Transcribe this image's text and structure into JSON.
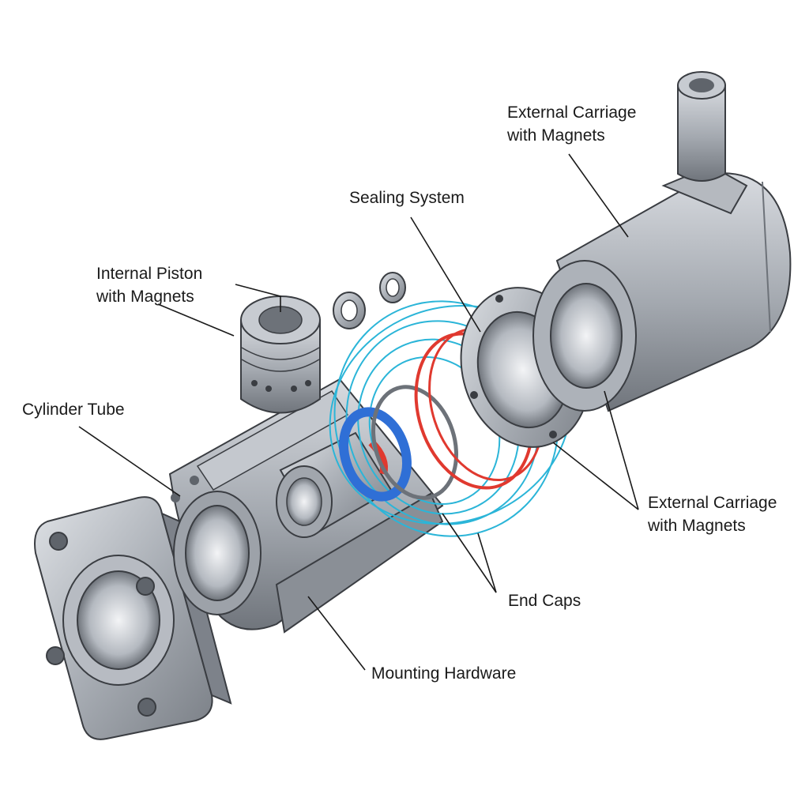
{
  "labels": {
    "external_carriage_top": {
      "line1": "External Carriage",
      "line2": "with Magnets"
    },
    "sealing_system": "Sealing System",
    "internal_piston": {
      "line1": "Internal Piston",
      "line2": "with Magnets"
    },
    "cylinder_tube": "Cylinder Tube",
    "external_carriage_right": {
      "line1": "External Carriage",
      "line2": "with Magnets"
    },
    "end_caps": "End Caps",
    "mounting_hardware": "Mounting Hardware"
  },
  "colors": {
    "metal_light": "#c9ccd2",
    "metal_mid": "#9ea3ab",
    "metal_dark": "#6d7279",
    "outline": "#3a3d42",
    "field_lines": "#2bb5d8",
    "seal_red": "#e0392f",
    "seal_blue": "#2f6fd6",
    "leader": "#1a1a1a"
  }
}
